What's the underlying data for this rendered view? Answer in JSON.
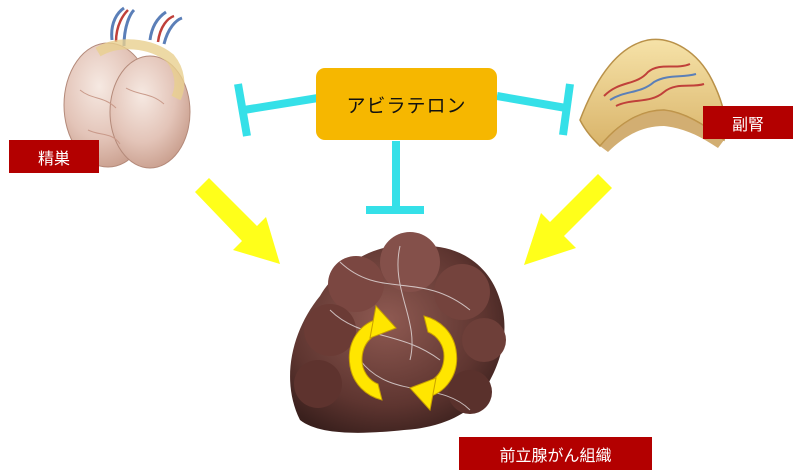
{
  "drug": {
    "label": "アビラテロン"
  },
  "organs": {
    "testis": {
      "label": "精巣"
    },
    "adrenal": {
      "label": "副腎"
    },
    "tumor": {
      "label": "前立腺がん組織"
    }
  },
  "colors": {
    "drug_box": "#f6b700",
    "inhibitor_line": "#35e0e8",
    "arrow": "#ffff1a",
    "cycle_arrow": "#ffe600",
    "label_bg": "#b30000"
  },
  "icons": {
    "testis": "testis-illustration",
    "adrenal": "adrenal-gland-illustration",
    "tumor": "prostate-cancer-tissue-illustration",
    "cycle": "circular-arrows-icon"
  }
}
